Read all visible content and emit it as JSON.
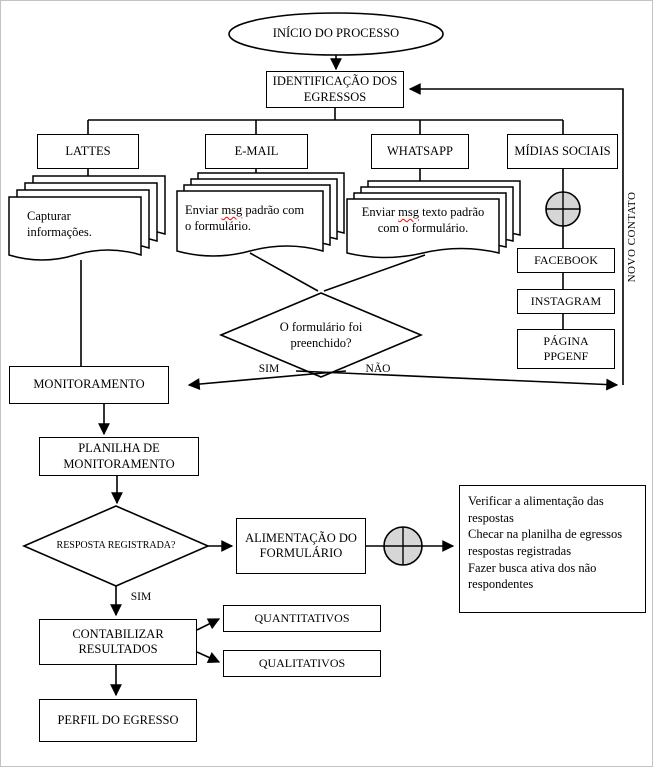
{
  "colors": {
    "stroke": "#000000",
    "shape_fill": "#ffffff",
    "connector_fill": "#d6d6d6",
    "page_border": "#c3c3c3",
    "spellcheck_underline": "#ff0000"
  },
  "nodes": {
    "start": {
      "label": "INÍCIO DO PROCESSO"
    },
    "identificacao": {
      "label": "IDENTIFICAÇÃO DOS EGRESSOS"
    },
    "lattes": {
      "label": "LATTES"
    },
    "email": {
      "label": "E-MAIL"
    },
    "whatsapp": {
      "label": "WHATSAPP"
    },
    "midias_sociais": {
      "label": "MÍDIAS SOCIAIS"
    },
    "doc_lattes": {
      "label": "Capturar informações."
    },
    "doc_email": {
      "pre": "Enviar ",
      "highlight": "msg",
      "post": " padrão com o formulário."
    },
    "doc_whatsapp": {
      "pre": "Enviar ",
      "highlight": "msg",
      "post": " texto padrão com o formulário."
    },
    "facebook": {
      "label": "FACEBOOK"
    },
    "instagram": {
      "label": "INSTAGRAM"
    },
    "pagina_ppgenf": {
      "label": "PÁGINA PPGENF"
    },
    "decisao_formulario": {
      "label": "O formulário foi preenchido?",
      "yes": "SIM",
      "no": "NÃO"
    },
    "novo_contato": {
      "label": "NOVO CONTATO"
    },
    "monitoramento": {
      "label": "MONITORAMENTO"
    },
    "planilha": {
      "label": "PLANILHA DE MONITORAMENTO"
    },
    "decisao_resposta": {
      "label": "RESPOSTA REGISTRADA?",
      "yes": "SIM"
    },
    "alimentacao": {
      "label": "ALIMENTAÇÃO DO FORMULÁRIO"
    },
    "observacoes": {
      "lines": [
        "Verificar a alimentação das respostas",
        "Checar na planilha de egressos respostas registradas",
        "Fazer busca ativa dos não respondentes"
      ]
    },
    "contabilizar": {
      "label": "CONTABILIZAR RESULTADOS"
    },
    "quantitativos": {
      "label": "QUANTITATIVOS"
    },
    "qualitativos": {
      "label": "QUALITATIVOS"
    },
    "perfil": {
      "label": "PERFIL DO EGRESSO"
    }
  }
}
